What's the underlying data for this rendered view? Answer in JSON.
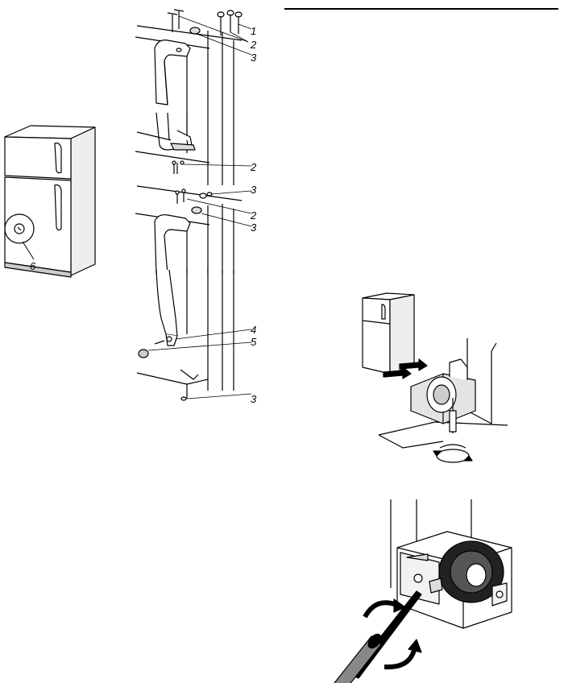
{
  "callouts": {
    "n1": "1",
    "n2a": "2",
    "n3a": "3",
    "n2b": "2",
    "n3b": "3",
    "n2c": "2",
    "n3c": "3",
    "n4": "4",
    "n5": "5",
    "n3d": "3",
    "n6": "6"
  },
  "colors": {
    "ink": "#000000",
    "paper": "#ffffff",
    "shade": "#d8d8d8"
  },
  "icons": [
    "screw-icon",
    "plug-button-icon",
    "rotate-arrow-icon",
    "push-arrow-icon",
    "screwdriver-icon"
  ]
}
